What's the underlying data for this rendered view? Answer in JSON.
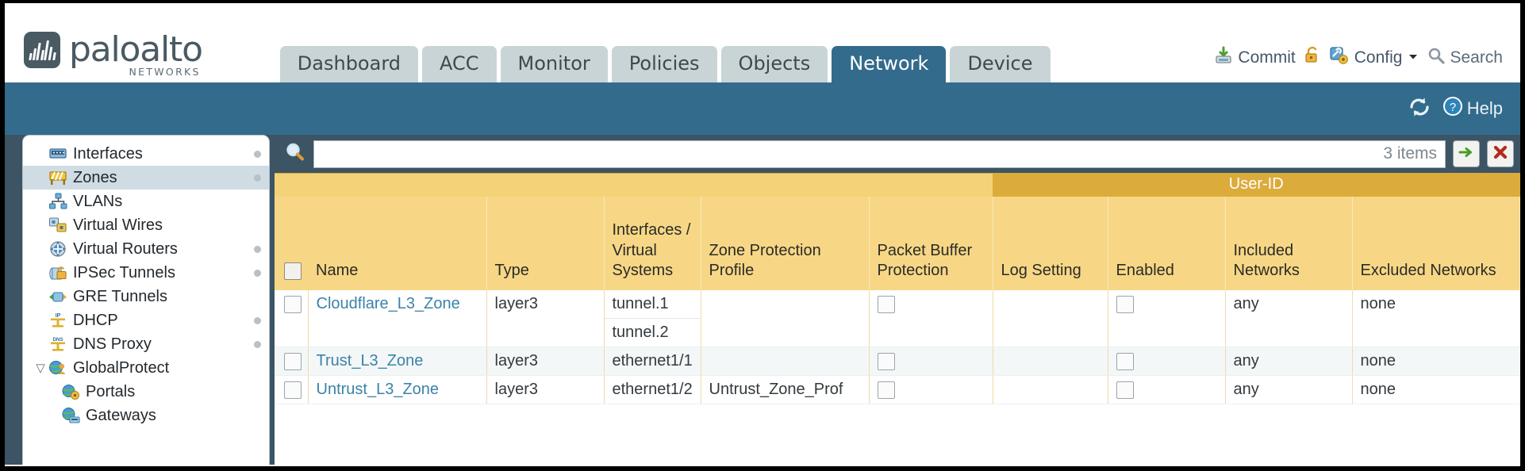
{
  "brand": {
    "name": "paloalto",
    "tagline": "NETWORKS",
    "logo_icon": "paloalto-logo-icon"
  },
  "nav_tabs": [
    {
      "label": "Dashboard",
      "active": false
    },
    {
      "label": "ACC",
      "active": false
    },
    {
      "label": "Monitor",
      "active": false
    },
    {
      "label": "Policies",
      "active": false
    },
    {
      "label": "Objects",
      "active": false
    },
    {
      "label": "Network",
      "active": true
    },
    {
      "label": "Device",
      "active": false
    }
  ],
  "utility": {
    "commit": "Commit",
    "commit_icon": "commit-save-icon",
    "lock_icon": "padlock-icon",
    "config": "Config",
    "config_icon": "config-wrench-icon",
    "config_caret": "chevron-down-icon",
    "search": "Search",
    "search_icon": "magnifier-icon"
  },
  "bluebar": {
    "refresh_icon": "refresh-icon",
    "help": "Help",
    "help_icon": "help-question-icon"
  },
  "sidebar": {
    "items": [
      {
        "label": "Interfaces",
        "icon": "interfaces-icon",
        "selected": false,
        "dot": true,
        "child": false,
        "expander": ""
      },
      {
        "label": "Zones",
        "icon": "zones-icon",
        "selected": true,
        "dot": true,
        "child": false,
        "expander": ""
      },
      {
        "label": "VLANs",
        "icon": "vlans-icon",
        "selected": false,
        "dot": false,
        "child": false,
        "expander": ""
      },
      {
        "label": "Virtual Wires",
        "icon": "virtual-wires-icon",
        "selected": false,
        "dot": false,
        "child": false,
        "expander": ""
      },
      {
        "label": "Virtual Routers",
        "icon": "virtual-routers-icon",
        "selected": false,
        "dot": true,
        "child": false,
        "expander": ""
      },
      {
        "label": "IPSec Tunnels",
        "icon": "ipsec-tunnels-icon",
        "selected": false,
        "dot": true,
        "child": false,
        "expander": ""
      },
      {
        "label": "GRE Tunnels",
        "icon": "gre-tunnels-icon",
        "selected": false,
        "dot": false,
        "child": false,
        "expander": ""
      },
      {
        "label": "DHCP",
        "icon": "dhcp-icon",
        "selected": false,
        "dot": true,
        "child": false,
        "expander": ""
      },
      {
        "label": "DNS Proxy",
        "icon": "dns-proxy-icon",
        "selected": false,
        "dot": true,
        "child": false,
        "expander": ""
      },
      {
        "label": "GlobalProtect",
        "icon": "globalprotect-icon",
        "selected": false,
        "dot": false,
        "child": false,
        "expander": "▽"
      },
      {
        "label": "Portals",
        "icon": "portals-icon",
        "selected": false,
        "dot": false,
        "child": true,
        "expander": ""
      },
      {
        "label": "Gateways",
        "icon": "gateways-icon",
        "selected": false,
        "dot": false,
        "child": true,
        "expander": ""
      }
    ]
  },
  "toolbar": {
    "search_icon": "magnifier-icon",
    "search_value": "",
    "search_placeholder": "",
    "items_count": "3 items",
    "apply_icon": "green-arrow-apply-icon",
    "clear_icon": "red-x-clear-icon"
  },
  "table": {
    "group_header": "User-ID",
    "columns": [
      "Name",
      "Type",
      "Interfaces / Virtual Systems",
      "Zone Protection Profile",
      "Packet Buffer Protection",
      "Log Setting",
      "Enabled",
      "Included Networks",
      "Excluded Networks"
    ],
    "rows": [
      {
        "selected": false,
        "name": "Cloudflare_L3_Zone",
        "type": "layer3",
        "interfaces": [
          "tunnel.1",
          "tunnel.2"
        ],
        "zone_protection_profile": "",
        "packet_buffer_protection": false,
        "log_setting": "",
        "userid_enabled": false,
        "included_networks": "any",
        "excluded_networks": "none"
      },
      {
        "selected": false,
        "name": "Trust_L3_Zone",
        "type": "layer3",
        "interfaces": [
          "ethernet1/1"
        ],
        "zone_protection_profile": "",
        "packet_buffer_protection": false,
        "log_setting": "",
        "userid_enabled": false,
        "included_networks": "any",
        "excluded_networks": "none"
      },
      {
        "selected": false,
        "name": "Untrust_L3_Zone",
        "type": "layer3",
        "interfaces": [
          "ethernet1/2"
        ],
        "zone_protection_profile": "Untrust_Zone_Prof",
        "packet_buffer_protection": false,
        "log_setting": "",
        "userid_enabled": false,
        "included_networks": "any",
        "excluded_networks": "none"
      }
    ]
  },
  "colors": {
    "brand_blue": "#336b8c",
    "header_gold": "#f7d785",
    "group_gold": "#dbab3b",
    "tab_inactive": "#c9d4d6",
    "body_slate": "#3c5464",
    "link_blue": "#3a83a8"
  }
}
